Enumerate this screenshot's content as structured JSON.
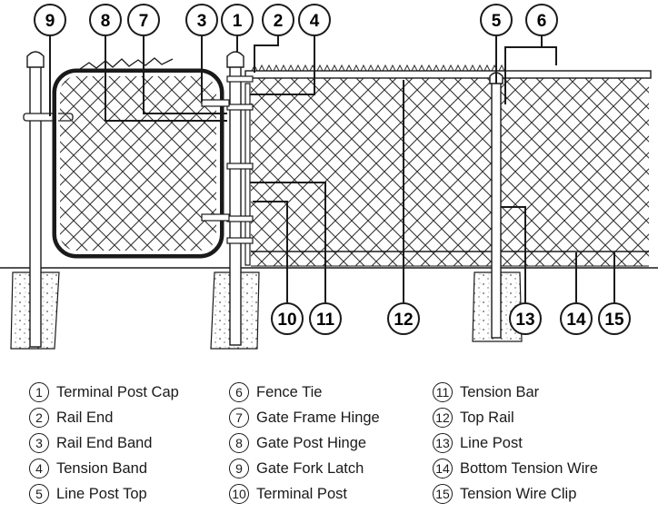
{
  "legend": [
    {
      "n": "1",
      "label": "Terminal Post Cap"
    },
    {
      "n": "2",
      "label": "Rail End"
    },
    {
      "n": "3",
      "label": "Rail End Band"
    },
    {
      "n": "4",
      "label": "Tension Band"
    },
    {
      "n": "5",
      "label": "Line Post Top"
    },
    {
      "n": "6",
      "label": "Fence Tie"
    },
    {
      "n": "7",
      "label": "Gate Frame Hinge"
    },
    {
      "n": "8",
      "label": "Gate Post Hinge"
    },
    {
      "n": "9",
      "label": "Gate Fork Latch"
    },
    {
      "n": "10",
      "label": "Terminal Post"
    },
    {
      "n": "11",
      "label": "Tension Bar"
    },
    {
      "n": "12",
      "label": "Top Rail"
    },
    {
      "n": "13",
      "label": "Line Post"
    },
    {
      "n": "14",
      "label": "Bottom Tension Wire"
    },
    {
      "n": "15",
      "label": "Tension Wire Clip"
    }
  ],
  "callouts": [
    "9",
    "8",
    "7",
    "3",
    "1",
    "2",
    "4",
    "5",
    "6",
    "12",
    "10",
    "11",
    "13",
    "14",
    "15"
  ],
  "colors": {
    "line": "#1a1a1a",
    "mesh": "#333333",
    "concrete": "#f2f2f2",
    "background": "#ffffff"
  }
}
